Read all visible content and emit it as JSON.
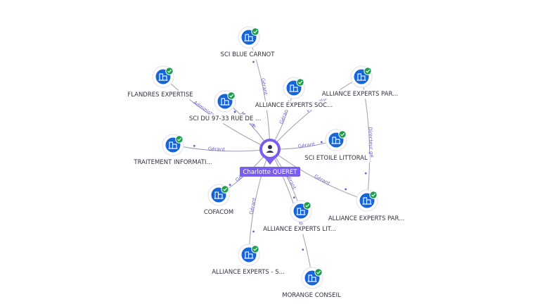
{
  "center": {
    "name": "Charlotte QUERET"
  },
  "nodes": [
    {
      "id": "sci-blue-carnot",
      "label": "SCI BLUE CARNOT"
    },
    {
      "id": "flandres-expertise",
      "label": "FLANDRES EXPERTISE"
    },
    {
      "id": "alliance-experts-soc",
      "label": "ALLIANCE EXPERTS SOC..."
    },
    {
      "id": "alliance-experts-par-1",
      "label": "ALLIANCE EXPERTS PAR..."
    },
    {
      "id": "sci-du-97-33",
      "label": "SCI DU 97-33 RUE DE ..."
    },
    {
      "id": "traitement-informati",
      "label": "TRAITEMENT INFORMATI..."
    },
    {
      "id": "sci-etoile-littoral",
      "label": "SCI ETOILE LITTORAL"
    },
    {
      "id": "cofacom",
      "label": "COFACOM"
    },
    {
      "id": "alliance-experts-par-2",
      "label": "ALLIANCE EXPERTS PAR..."
    },
    {
      "id": "alliance-experts-lit",
      "label": "ALLIANCE EXPERTS LIT..."
    },
    {
      "id": "alliance-experts-s",
      "label": "ALLIANCE EXPERTS - S..."
    },
    {
      "id": "morange-conseil",
      "label": "MORANGE CONSEIL"
    }
  ],
  "edges": [
    {
      "from": "center",
      "to": "sci-blue-carnot",
      "label": "Gérant"
    },
    {
      "from": "center",
      "to": "flandres-expertise",
      "label": "Administrateur"
    },
    {
      "from": "center",
      "to": "alliance-experts-soc",
      "label": "Gérant"
    },
    {
      "from": "center",
      "to": "alliance-experts-par-1",
      "label": "Président"
    },
    {
      "from": "center",
      "to": "sci-du-97-33",
      "label": "Gérant"
    },
    {
      "from": "center",
      "to": "traitement-informati",
      "label": "Gérant"
    },
    {
      "from": "center",
      "to": "sci-etoile-littoral",
      "label": "Gérant"
    },
    {
      "from": "center",
      "to": "cofacom",
      "label": "Gérant"
    },
    {
      "from": "center",
      "to": "alliance-experts-par-2",
      "label": "Gérant"
    },
    {
      "from": "center",
      "to": "alliance-experts-lit",
      "label": "Gérant"
    },
    {
      "from": "center",
      "to": "alliance-experts-s",
      "label": "Gérant"
    },
    {
      "from": "center",
      "to": "morange-conseil",
      "label": "Directeur"
    },
    {
      "from": "center",
      "to": "sci-du-97-33",
      "label": "Membre"
    },
    {
      "from": "alliance-experts-par-1",
      "to": "alliance-experts-par-2",
      "label": "Directeur gé..."
    }
  ],
  "colors": {
    "company_icon": "#1565d8",
    "verified_badge": "#1a9e4b",
    "center_node": "#7b5cf0",
    "edge_line": "#9aa0b4",
    "edge_text": "#6b62c9"
  },
  "icons": {
    "company": "building-icon",
    "person": "person-icon",
    "verified": "check-badge-icon"
  }
}
